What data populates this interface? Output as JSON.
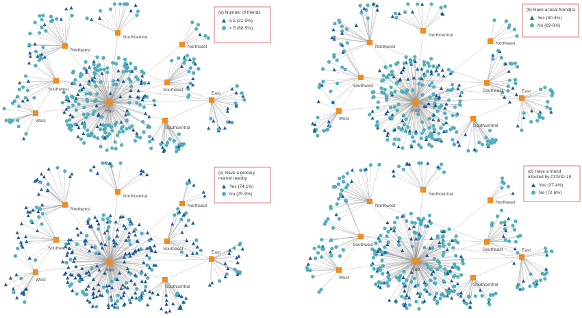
{
  "colors": {
    "hub_fill": "#f28c1c",
    "triangle": "#1f5a94",
    "circle": "#4fb3c0",
    "circle_stroke": "#2a8696",
    "edge": "#9a9a9a",
    "legend_border": "#d9534f"
  },
  "hub_labels": {
    "northcentral": "Northcentral",
    "northwest": "Northwest",
    "northeast": "Northeast",
    "southwest": "Southwest",
    "southeast": "Southeast",
    "east": "East",
    "west": "West",
    "hub": "Hub",
    "southcentral": "Southcentral"
  },
  "panels": [
    {
      "id": "a",
      "legend_title_lines": [
        "(a) Number of friends"
      ],
      "legend_items": [
        {
          "shape": "triangle",
          "label": "≥ 5 (31·5%)"
        },
        {
          "shape": "circle",
          "label": "< 5 (68·5%)"
        }
      ],
      "triangle_share": 0.315
    },
    {
      "id": "b",
      "legend_title_lines": [
        "(b) Have a local friend(s)"
      ],
      "legend_items": [
        {
          "shape": "triangle",
          "label": "Yes (30·4%)"
        },
        {
          "shape": "circle",
          "label": "No (69·6%)"
        }
      ],
      "triangle_share": 0.304
    },
    {
      "id": "c",
      "legend_title_lines": [
        "(c) Have a grocery",
        "market nearby"
      ],
      "legend_items": [
        {
          "shape": "triangle",
          "label": "Yes (74·1%)"
        },
        {
          "shape": "circle",
          "label": "No (25·9%)"
        }
      ],
      "triangle_share": 0.741
    },
    {
      "id": "d",
      "legend_title_lines": [
        "(d) Have a friend",
        "infected by COVID-19"
      ],
      "legend_items": [
        {
          "shape": "triangle",
          "label": "Yes (27·4%)"
        },
        {
          "shape": "circle",
          "label": "No (72·6%)"
        }
      ],
      "triangle_share": 0.274
    }
  ]
}
